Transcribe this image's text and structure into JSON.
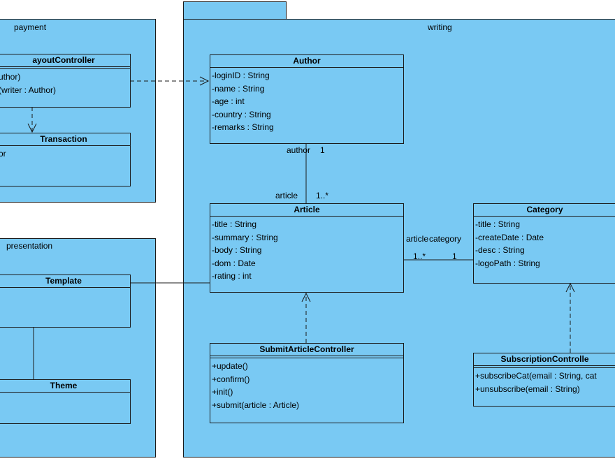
{
  "packages": {
    "payment": "payment",
    "presentation": "presentation",
    "writing": "writing"
  },
  "classes": {
    "payout_controller": {
      "name": "ayoutController",
      "ops": [
        "uthor)",
        "(writer : Author)"
      ]
    },
    "transaction": {
      "name": "Transaction",
      "attrs": [
        "or"
      ]
    },
    "template": {
      "name": "Template"
    },
    "theme": {
      "name": "Theme"
    },
    "author": {
      "name": "Author",
      "attrs": [
        "-loginID : String",
        "-name : String",
        "-age : int",
        "-country : String",
        "-remarks : String"
      ]
    },
    "article": {
      "name": "Article",
      "attrs": [
        "-title : String",
        "-summary : String",
        "-body : String",
        "-dom : Date",
        "-rating : int"
      ]
    },
    "category": {
      "name": "Category",
      "attrs": [
        "-title : String",
        "-createDate : Date",
        "-desc : String",
        "-logoPath : String"
      ]
    },
    "submit_article_controller": {
      "name": "SubmitArticleController",
      "ops": [
        "+update()",
        "+confirm()",
        "+init()",
        "+submit(article : Article)"
      ]
    },
    "subscription_controller": {
      "name": "SubscriptionControlle",
      "ops": [
        "+subscribeCat(email : String, cat",
        "+unsubscribe(email : String)"
      ]
    }
  },
  "association_labels": {
    "author_role": "author",
    "author_mult": "1",
    "article_role": "article",
    "article_mult": "1..*",
    "article_cat_role": "article",
    "category_role": "category",
    "article_cat_mult": "1..*",
    "category_mult": "1"
  }
}
